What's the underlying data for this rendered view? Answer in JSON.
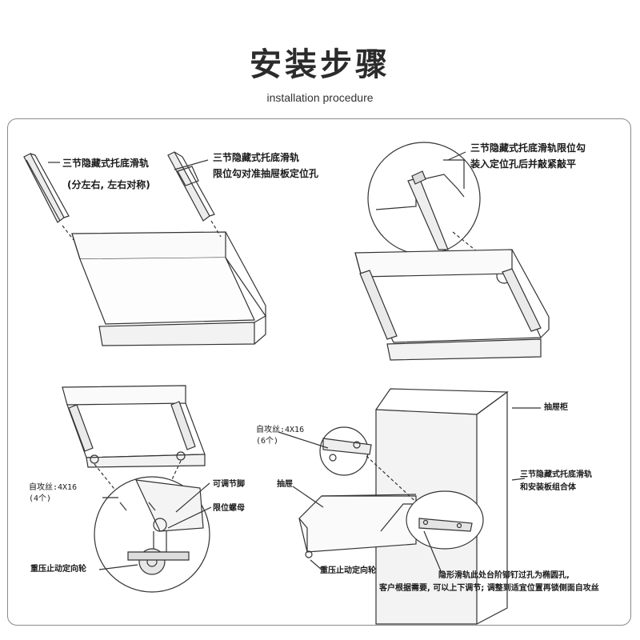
{
  "header": {
    "title": "安装步骤",
    "subtitle": "installation procedure"
  },
  "step1": {
    "label_left_1": "三节隐藏式托底滑轨",
    "label_left_2": "(分左右, 左右对称)",
    "label_right_1": "三节隐藏式托底滑轨",
    "label_right_2": "限位勾对准抽屉板定位孔"
  },
  "step2": {
    "label_1": "三节隐藏式托底滑轨限位勾",
    "label_2": "装入定位孔后并敲紧敲平"
  },
  "step3": {
    "screw_1": "自攻丝:4X16",
    "screw_2": "(4个)",
    "adjust_foot": "可调节脚",
    "limit_nut": "限位螺母",
    "caster": "重压止动定向轮"
  },
  "step4": {
    "screw_1": "自攻丝:4X16",
    "screw_2": "(6个)",
    "cabinet": "抽屉柜",
    "drawer": "抽屉",
    "slide_assembly_1": "三节隐藏式托底滑轨",
    "slide_assembly_2": "和安装板组合体",
    "caster": "重压止动定向轮",
    "note_1": "隐形滑轨此处台阶铆钉过孔为椭圆孔,",
    "note_2": "客户根据需要, 可以上下调节; 调整到适宜位置再锁侧面自攻丝"
  }
}
